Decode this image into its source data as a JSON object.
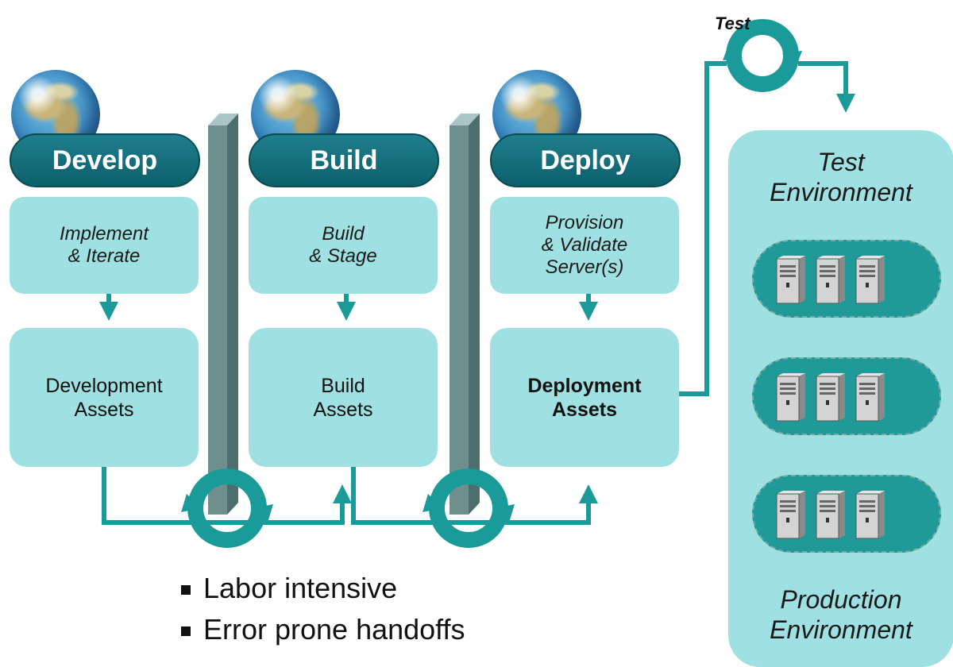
{
  "stages": [
    {
      "header": "Develop",
      "step": "Implement\n& Iterate",
      "assets": "Development\nAssets",
      "assets_bold": false
    },
    {
      "header": "Build",
      "step": "Build\n& Stage",
      "assets": "Build\nAssets",
      "assets_bold": false
    },
    {
      "header": "Deploy",
      "step": "Provision\n& Validate\nServer(s)",
      "assets": "Deployment\nAssets",
      "assets_bold": true
    }
  ],
  "test_loop_label": "Test",
  "environment": {
    "top_label": "Test\nEnvironment",
    "bottom_label": "Production\nEnvironment",
    "server_groups": 3,
    "servers_per_group": 3
  },
  "bullets": [
    "Labor intensive",
    "Error prone handoffs"
  ],
  "colors": {
    "teal_dark": "#0c5f6b",
    "teal_box": "#9fe0e2",
    "arrow": "#1a9a98",
    "wall": "#5f8180",
    "server_arrow": "#808080"
  }
}
